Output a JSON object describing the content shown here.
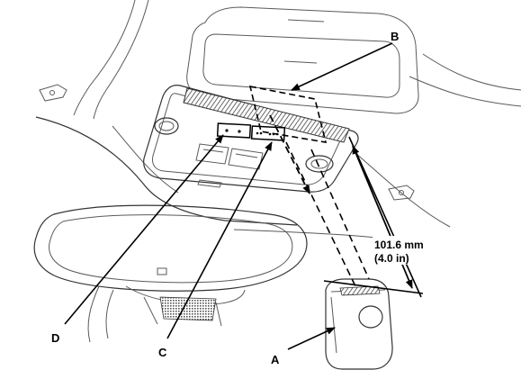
{
  "labels": {
    "A": "A",
    "B": "B",
    "C": "C",
    "D": "D"
  },
  "dimension": {
    "metric": "101.6 mm",
    "imperial": "(4.0 in)"
  }
}
